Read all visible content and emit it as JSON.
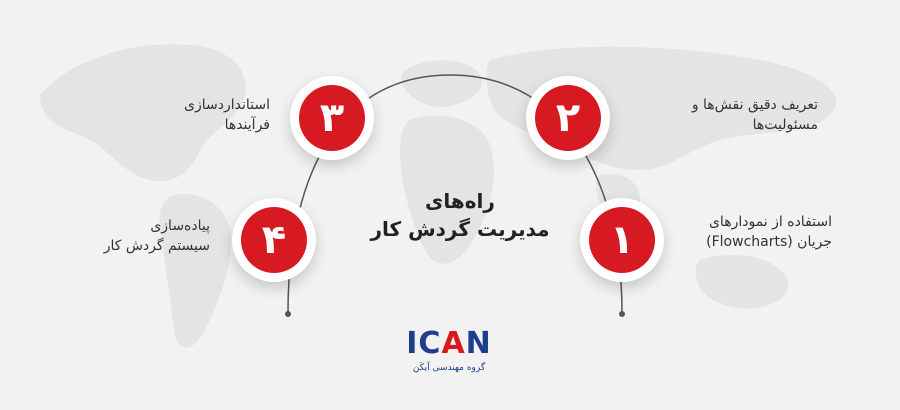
{
  "colors": {
    "background": "#f2f2f2",
    "accent_red": "#d71921",
    "logo_blue": "#1f3d8f",
    "text": "#333333"
  },
  "title": {
    "line1": "راه‌های",
    "line2": "مدیریت گردش کار"
  },
  "steps": [
    {
      "number": "۱",
      "line1": "استفاده از نمودارهای",
      "line2": "جریان (Flowcharts)"
    },
    {
      "number": "۲",
      "line1": "تعریف دقیق نقش‌ها و",
      "line2": "مسئولیت‌ها"
    },
    {
      "number": "۳",
      "line1": "استانداردسازی",
      "line2": "فرآیندها"
    },
    {
      "number": "۴",
      "line1": "پیاده‌سازی",
      "line2": "سیستم گردش کار"
    }
  ],
  "logo": {
    "icon": "ican-logo",
    "letter_i": "I",
    "letter_c": "C",
    "letter_a": "A",
    "letter_n": "N",
    "subtitle": "گروه مهندسی آیکَن"
  }
}
